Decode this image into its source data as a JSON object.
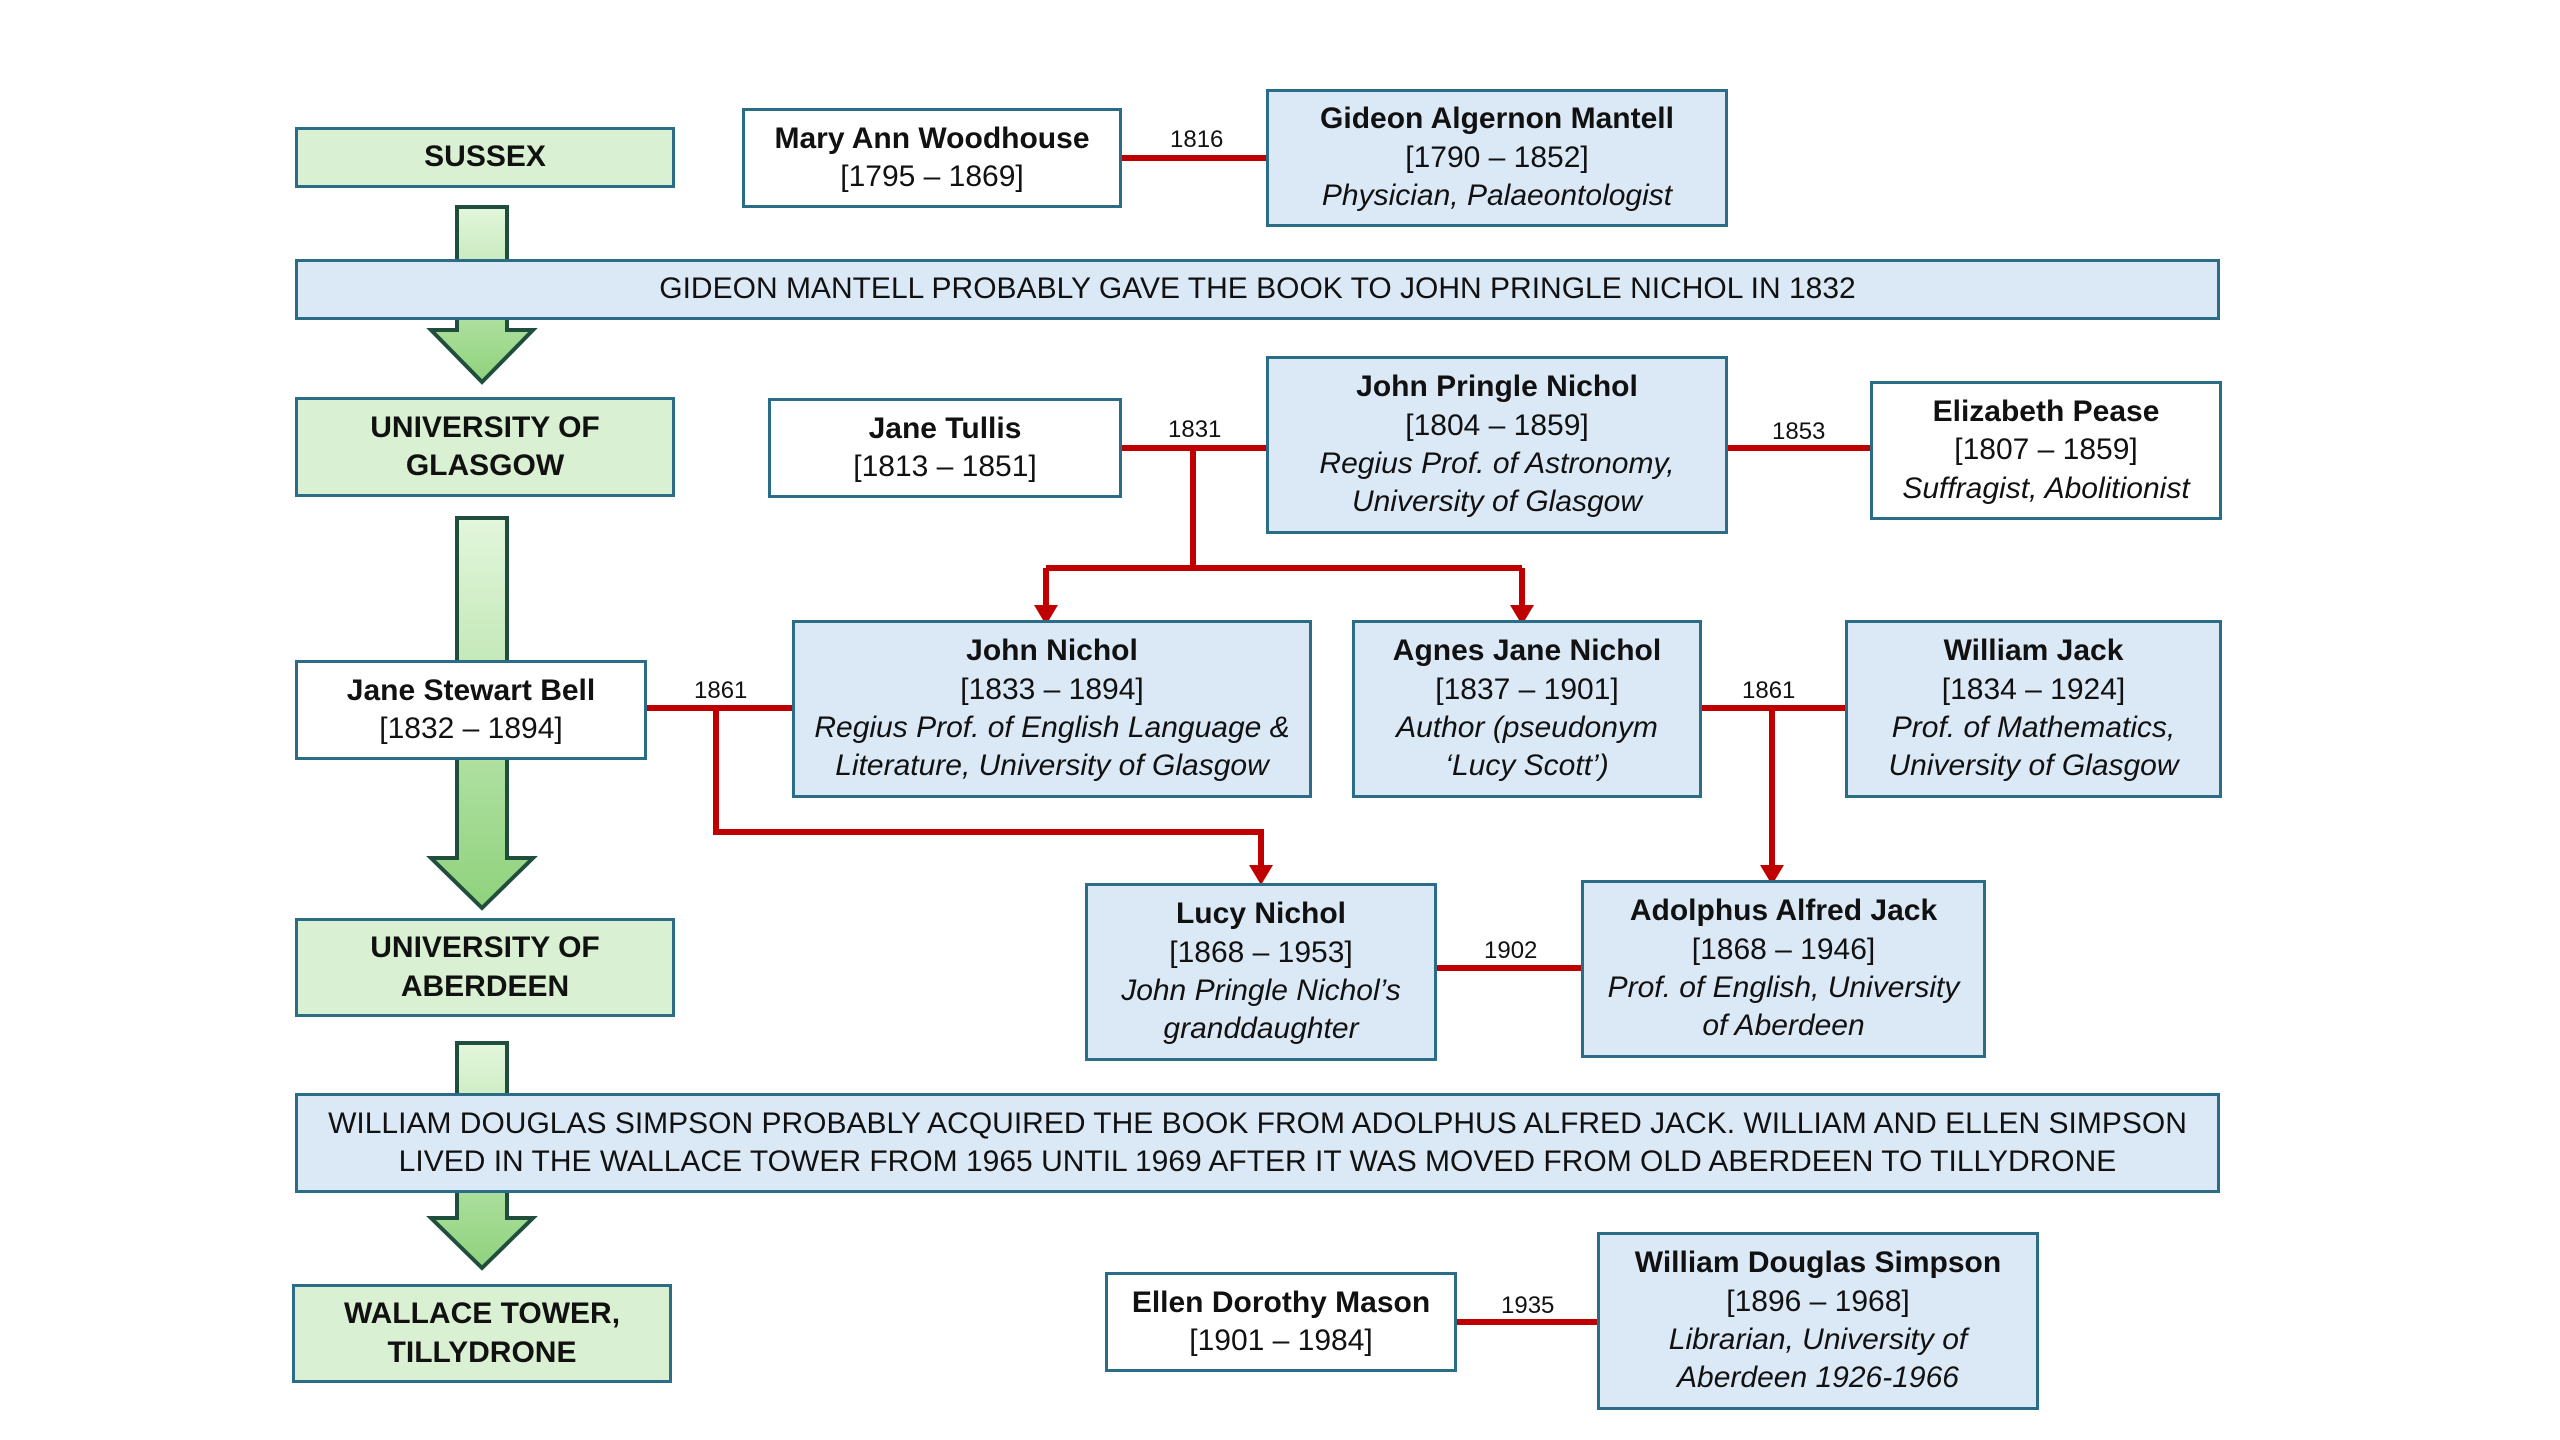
{
  "locations": {
    "sussex": "SUSSEX",
    "glasgow_line1": "UNIVERSITY OF",
    "glasgow_line2": "GLASGOW",
    "aberdeen_line1": "UNIVERSITY OF",
    "aberdeen_line2": "ABERDEEN",
    "wallace_line1": "WALLACE TOWER,",
    "wallace_line2": "TILLYDRONE"
  },
  "banners": {
    "top": "GIDEON MANTELL PROBABLY GAVE THE BOOK TO JOHN PRINGLE NICHOL IN 1832",
    "bottom_line1": "WILLIAM DOUGLAS SIMPSON PROBABLY ACQUIRED THE BOOK FROM ADOLPHUS ALFRED JACK. WILLIAM AND ELLEN SIMPSON",
    "bottom_line2": "LIVED IN THE WALLACE TOWER FROM 1965 UNTIL 1969 AFTER IT WAS MOVED FROM OLD ABERDEEN TO TILLYDRONE"
  },
  "people": {
    "woodhouse": {
      "name": "Mary Ann Woodhouse",
      "dates": "[1795 – 1869]"
    },
    "mantell": {
      "name": "Gideon Algernon Mantell",
      "dates": "[1790 – 1852]",
      "role": "Physician, Palaeontologist"
    },
    "tullis": {
      "name": "Jane Tullis",
      "dates": "[1813 – 1851]"
    },
    "jp_nichol": {
      "name": "John Pringle Nichol",
      "dates": "[1804 – 1859]",
      "role1": "Regius Prof. of Astronomy,",
      "role2": "University of Glasgow"
    },
    "pease": {
      "name": "Elizabeth Pease",
      "dates": "[1807 – 1859]",
      "role": "Suffragist, Abolitionist"
    },
    "bell": {
      "name": "Jane Stewart Bell",
      "dates": "[1832 – 1894]"
    },
    "j_nichol": {
      "name": "John Nichol",
      "dates": "[1833 – 1894]",
      "role1": "Regius Prof. of English Language &",
      "role2": "Literature, University of Glasgow"
    },
    "agnes": {
      "name": "Agnes Jane Nichol",
      "dates": "[1837 – 1901]",
      "role1": "Author (pseudonym",
      "role2": "‘Lucy Scott’)"
    },
    "wjack": {
      "name": "William Jack",
      "dates": "[1834 – 1924]",
      "role1": "Prof. of Mathematics,",
      "role2": "University of Glasgow"
    },
    "lucy": {
      "name": "Lucy Nichol",
      "dates": "[1868 – 1953]",
      "role1": "John Pringle Nichol’s",
      "role2": "granddaughter"
    },
    "adolphus": {
      "name": "Adolphus Alfred Jack",
      "dates": "[1868 – 1946]",
      "role1": "Prof. of English, University",
      "role2": "of Aberdeen"
    },
    "mason": {
      "name": "Ellen Dorothy Mason",
      "dates": "[1901 – 1984]"
    },
    "simpson": {
      "name": "William Douglas Simpson",
      "dates": "[1896 – 1968]",
      "role1": "Librarian, University of",
      "role2": "Aberdeen 1926-1966"
    }
  },
  "marriages": {
    "m1816": "1816",
    "m1831": "1831",
    "m1853": "1853",
    "m1861a": "1861",
    "m1861b": "1861",
    "m1902": "1902",
    "m1935": "1935"
  },
  "colors": {
    "connector_red": "#c00000",
    "arrow_green": "#9fd88f",
    "box_blue": "#dbe8f5",
    "box_green": "#d9f1d2",
    "border": "#2b6d86"
  }
}
